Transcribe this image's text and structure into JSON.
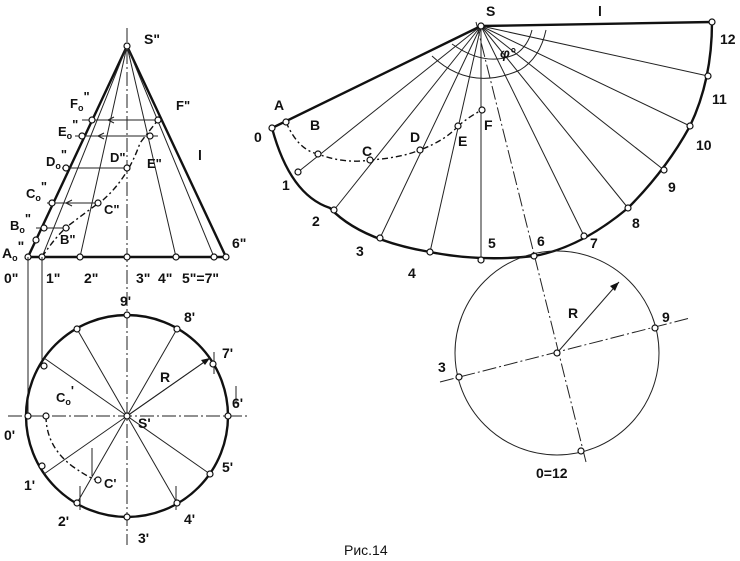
{
  "caption": "Рис.14",
  "front_view": {
    "apex": "S\"",
    "generatrix": "l",
    "base_points": [
      "0\"",
      "1\"",
      "2\"",
      "3\"",
      "4\"",
      "5\"=7\"",
      "6\""
    ],
    "A0": "A",
    "A0_sub": "o",
    "A0_prime": "\"",
    "left_edge_points": [
      {
        "main": "B",
        "sub": "o",
        "prime": "\""
      },
      {
        "main": "C",
        "sub": "o",
        "prime": "\""
      },
      {
        "main": "D",
        "sub": "o",
        "prime": "\""
      },
      {
        "main": "E",
        "sub": "o",
        "prime": "\""
      },
      {
        "main": "F",
        "sub": "o",
        "prime": "\""
      }
    ],
    "inner_points": [
      "B\"",
      "C\"",
      "D\"",
      "E\"",
      "F\""
    ]
  },
  "top_view": {
    "center": "S'",
    "radius": "R",
    "points": [
      "0'",
      "1'",
      "2'",
      "3'",
      "4'",
      "5'",
      "6'",
      "7'",
      "8'",
      "9'"
    ],
    "c_prime": "C'",
    "c0_main": "C",
    "c0_sub": "o",
    "c0_prime": "'"
  },
  "development": {
    "apex": "S",
    "generatrix": "l",
    "angle": "φ°",
    "arc_numbers": [
      "0",
      "1",
      "2",
      "3",
      "4",
      "5",
      "6",
      "7",
      "8",
      "9",
      "10",
      "11",
      "12"
    ],
    "curve_points": [
      "A",
      "B",
      "C",
      "D",
      "E",
      "F"
    ]
  },
  "base_circle": {
    "radius": "R",
    "labels": [
      "3",
      "9",
      "0=12"
    ]
  }
}
